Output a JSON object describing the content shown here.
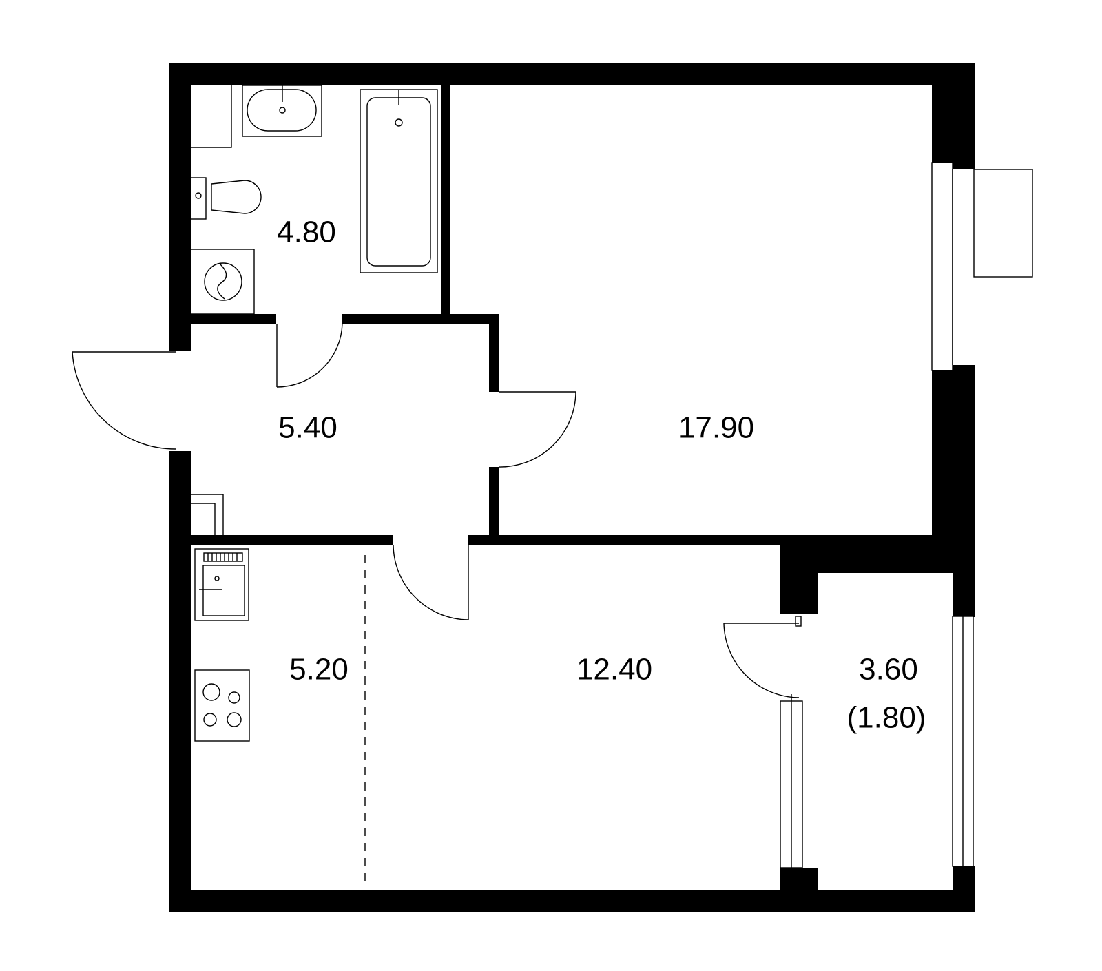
{
  "rooms": {
    "bathroom": {
      "area": "4.80"
    },
    "hallway": {
      "area": "5.40"
    },
    "bedroom": {
      "area": "17.90"
    },
    "kitchen": {
      "area": "5.20"
    },
    "living": {
      "area": "12.40"
    },
    "balcony": {
      "area": "3.60",
      "reduced_area": "(1.80)"
    }
  },
  "colors": {
    "wall": "#000000",
    "background": "#ffffff"
  }
}
